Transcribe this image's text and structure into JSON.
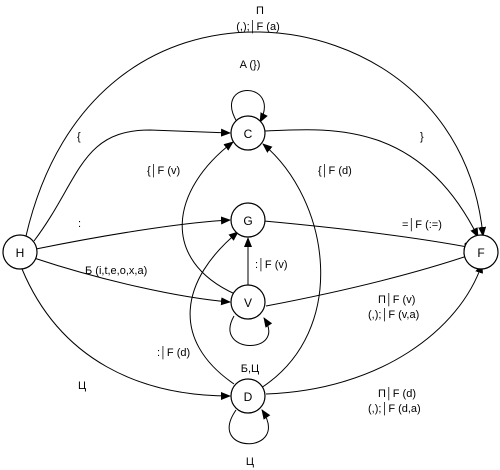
{
  "nodes": {
    "H": "H",
    "C": "C",
    "G": "G",
    "V": "V",
    "D": "D",
    "F": "F"
  },
  "edges": {
    "h_f_top_1": "П",
    "h_f_top_2": "(,);│F (a)",
    "c_loop": "A (})",
    "h_c": "{",
    "c_f": "}",
    "v_c": "{│F (v)",
    "d_c": "{│F (d)",
    "h_g": ":",
    "g_f": "=│F (:=)",
    "v_g": ":│F (v)",
    "h_v": "Б (i,t,e,o,x,a)",
    "v_f_1": "П│F (v)",
    "v_f_2": "(,);│F (v,a)",
    "v_loop": "Б,Ц",
    "d_g": ":│F (d)",
    "h_d": "Ц",
    "d_f_1": "П│F (d)",
    "d_f_2": "(,);│F (d,a)",
    "d_loop": "Ц"
  }
}
